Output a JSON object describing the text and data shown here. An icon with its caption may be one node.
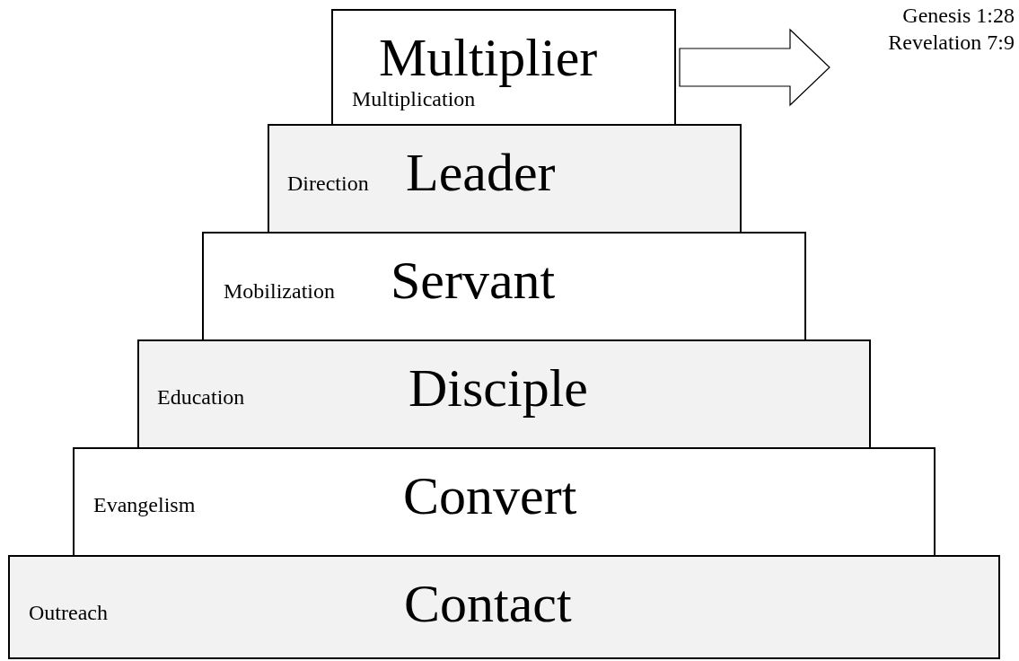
{
  "diagram": {
    "nodes": [
      {
        "text": [
          "Multiplier",
          "Multiplication"
        ]
      },
      {
        "text": [
          "Genesis 1:28 Revelation 7:9"
        ]
      },
      {
        "text": [
          "Direction",
          "Leader"
        ]
      },
      {
        "text": [
          "Mobilization",
          "Servant"
        ]
      },
      {
        "text": [
          "Education",
          "Disciple"
        ]
      },
      {
        "text": [
          "Evangelism",
          "Convert"
        ]
      },
      {
        "text": [
          "Outreach",
          "Contact"
        ]
      }
    ],
    "edges": [
      {
        "from": 0,
        "to": 1,
        "arrow": "to"
      }
    ]
  }
}
